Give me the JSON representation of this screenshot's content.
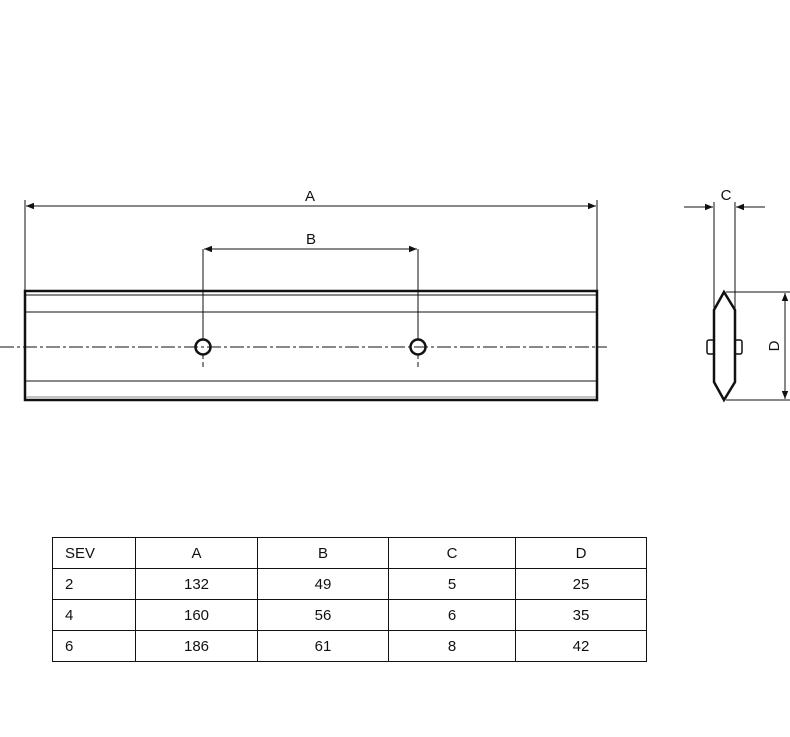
{
  "drawing": {
    "labels": {
      "A": "A",
      "B": "B",
      "C": "C",
      "D": "D"
    }
  },
  "table": {
    "headers": [
      "SEV",
      "A",
      "B",
      "C",
      "D"
    ],
    "rows": [
      [
        "2",
        "132",
        "49",
        "5",
        "25"
      ],
      [
        "4",
        "160",
        "56",
        "6",
        "35"
      ],
      [
        "6",
        "186",
        "61",
        "8",
        "42"
      ]
    ]
  }
}
